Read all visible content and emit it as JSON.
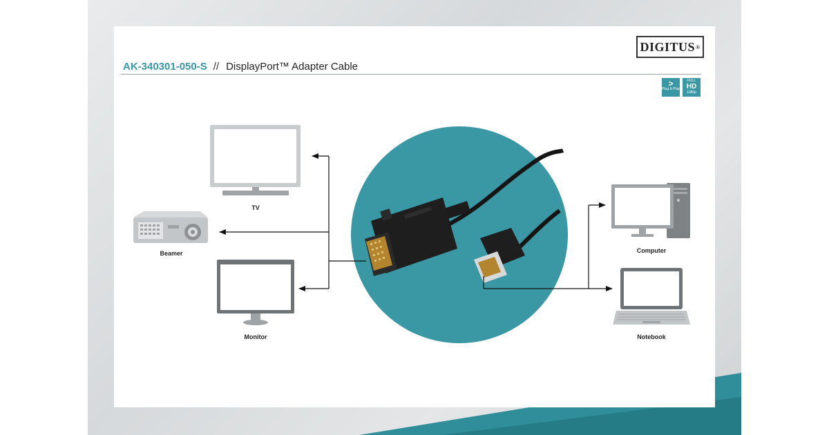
{
  "header": {
    "brand": "DIGITUS",
    "brand_mark": "®",
    "product_code": "AK-340301-050-S",
    "separator": "//",
    "product_name": "DisplayPort™ Adapter Cable"
  },
  "badges": [
    {
      "icon": "plug-and-play-icon",
      "top": ">",
      "bottom": "Plug & Play"
    },
    {
      "icon": "full-hd-icon",
      "top": "FULL",
      "main": "HD",
      "bottom": "1080p"
    }
  ],
  "devices": {
    "tv": "TV",
    "beamer": "Beamer",
    "monitor": "Monitor",
    "computer": "Computer",
    "notebook": "Notebook"
  },
  "colors": {
    "accent": "#3a97a4",
    "cable": "#1a1a1a"
  }
}
